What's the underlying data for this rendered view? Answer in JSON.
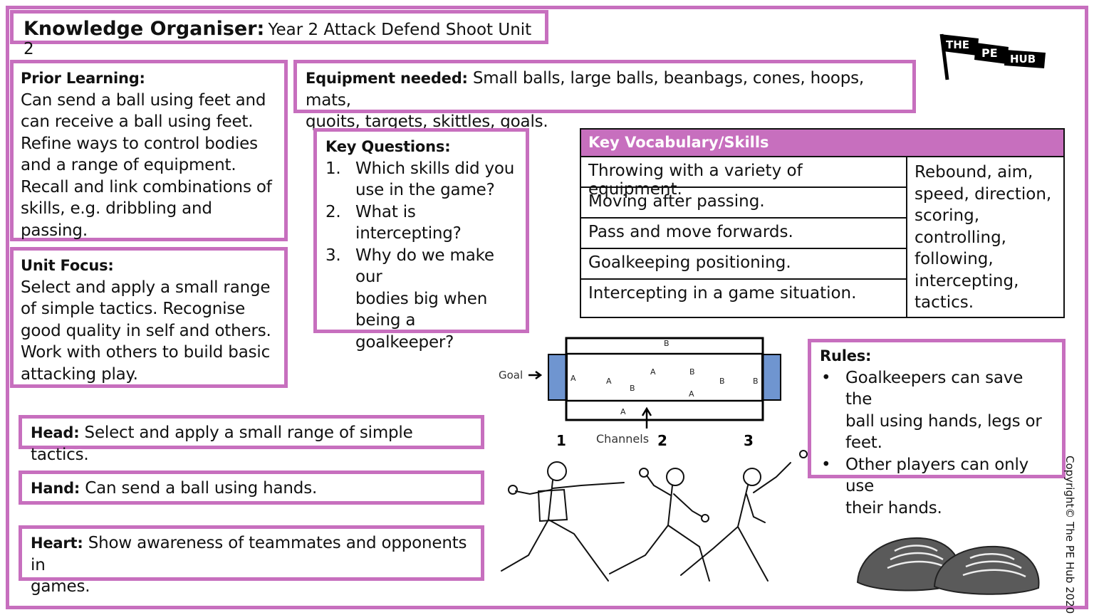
{
  "title": {
    "bold": "Knowledge Organiser:",
    "rest": "Year 2 Attack Defend Shoot Unit 2"
  },
  "logo": {
    "word1": "THE",
    "word2": "PE",
    "word3": "HUB"
  },
  "prior": {
    "label": "Prior Learning:",
    "lines": [
      "Can send a ball using feet and",
      "can receive a ball using feet.",
      "Refine ways to control bodies",
      "and a range of equipment.",
      "Recall and link combinations of",
      "skills, e.g. dribbling and passing."
    ]
  },
  "focus": {
    "label": "Unit Focus:",
    "lines": [
      "Select and apply a small range",
      "of simple tactics. Recognise",
      "good quality in self and others.",
      "Work with others to build basic",
      "attacking play."
    ]
  },
  "equipment": {
    "label": "Equipment needed:",
    "line1": "Small balls, large balls, beanbags, cones, hoops, mats,",
    "line2": "quoits, targets, skittles, goals."
  },
  "key_questions": {
    "label": "Key Questions:",
    "items": [
      {
        "num": "1.",
        "lines": [
          "Which skills did you",
          "use in the game?"
        ]
      },
      {
        "num": "2.",
        "lines": [
          "What is",
          "intercepting?"
        ]
      },
      {
        "num": "3.",
        "lines": [
          "Why do we make our",
          "bodies big when",
          "being a goalkeeper?"
        ]
      }
    ]
  },
  "vocab": {
    "header": "Key Vocabulary/Skills",
    "rows": [
      "Throwing with a variety of equipment.",
      "Moving after passing.",
      "Pass and move forwards.",
      "Goalkeeping positioning.",
      "Intercepting in a game situation."
    ],
    "side_lines": [
      "Rebound, aim,",
      "speed, direction,",
      "scoring,",
      "controlling,",
      "following,",
      "intercepting,",
      "tactics."
    ]
  },
  "diagram": {
    "goal_label": "Goal",
    "channels_label": "Channels",
    "channel_numbers": [
      "1",
      "2",
      "3"
    ],
    "team_a": "A",
    "team_b": "B",
    "goal_color": "#6f95d0"
  },
  "rules": {
    "label": "Rules:",
    "items": [
      {
        "bullet": "•",
        "lines": [
          "Goalkeepers can save the",
          "ball using hands, legs or",
          "feet."
        ]
      },
      {
        "bullet": "•",
        "lines": [
          "Other players can only use",
          "their hands."
        ]
      }
    ]
  },
  "head": {
    "label": "Head:",
    "text": "Select and apply a small range of simple tactics."
  },
  "hand": {
    "label": "Hand:",
    "text": "Can send a ball using hands."
  },
  "heart": {
    "label": "Heart:",
    "line1": "Show awareness of teammates and opponents in",
    "line2": "games."
  },
  "copyright": "Copyright© The PE Hub 2020",
  "colors": {
    "accent": "#c76fbe",
    "cone": "#5a5a5a"
  }
}
